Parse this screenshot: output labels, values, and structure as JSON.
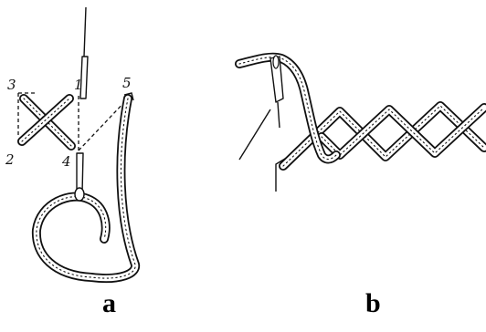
{
  "figure": {
    "panel_a": {
      "caption": "a",
      "point_labels": [
        "1",
        "2",
        "3",
        "4",
        "5"
      ]
    },
    "panel_b": {
      "caption": "b"
    }
  }
}
